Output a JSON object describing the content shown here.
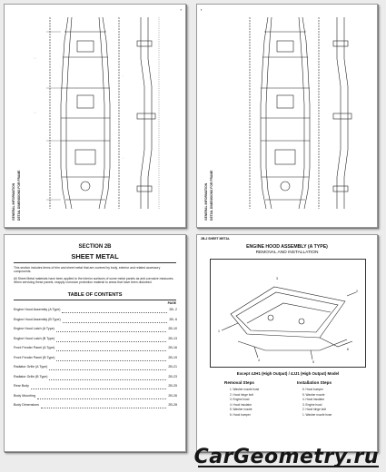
{
  "pages": {
    "p1": {
      "side_caption": "GENERAL INFORMATION",
      "side_caption2": "DETAIL DIMENSIONS FOR FRAME"
    },
    "p2": {
      "side_caption": "GENERAL INFORMATION",
      "side_caption2": "DETAIL DIMENSIONS FOR FRAME"
    },
    "p3": {
      "section": "SECTION 2B",
      "title": "SHEET METAL",
      "intro": "This section includes items of trim and sheet metal that are covered by body, exterior and related accessory components.",
      "caution": "All Sheet Metal materials have been applied to the interior surfaces of some metal panels as anti-corrosive measures. When servicing these panels, reapply corrosion protection material to areas that have been disturbed.",
      "toc_title": "TABLE OF CONTENTS",
      "toc_page_header": "PAGE",
      "toc": [
        {
          "title": "Engine Hood Assembly (A Type)",
          "page": "2B- 2"
        },
        {
          "title": "Engine Hood Assembly (B Type)",
          "page": "2B- 6"
        },
        {
          "title": "Engine Hood Latch (A Type)",
          "page": "2B-10"
        },
        {
          "title": "Engine Hood Latch (B Type)",
          "page": "2B-13"
        },
        {
          "title": "Front Fender Panel (A Type)",
          "page": "2B-16"
        },
        {
          "title": "Front Fender Panel (B Type)",
          "page": "2B-19"
        },
        {
          "title": "Radiator Grille (A Type)",
          "page": "2B-21"
        },
        {
          "title": "Radiator Grille (B Type)",
          "page": "2B-23"
        },
        {
          "title": "Rear Body",
          "page": "2B-25"
        },
        {
          "title": "Body Mounting",
          "page": "2B-26"
        },
        {
          "title": "Body Dimensions",
          "page": "2B-28"
        }
      ]
    },
    "p4": {
      "header_tag": "2B-2 SHEET METAL",
      "title": "ENGINE HOOD ASSEMBLY (A TYPE)",
      "subtitle": "REMOVAL AND INSTALLATION",
      "model_line": "Except 4JH1 (High Output) / 4JJ1 (High Output) Model",
      "removal_title": "Removal Steps",
      "installation_title": "Installation Steps",
      "removal_steps": [
        "1. Washer nozzle hose",
        "2. Hood hinge bolt",
        "3. Engine hood",
        "4. Hood insulator",
        "5. Washer nozzle",
        "6. Hood bumper"
      ],
      "installation_steps": [
        "6. Hood bumper",
        "5. Washer nozzle",
        "4. Hood insulator",
        "3. Engine hood",
        "2. Hood hinge bolt",
        "1. Washer nozzle hose"
      ]
    }
  },
  "watermark": "CarGeometry.ru"
}
